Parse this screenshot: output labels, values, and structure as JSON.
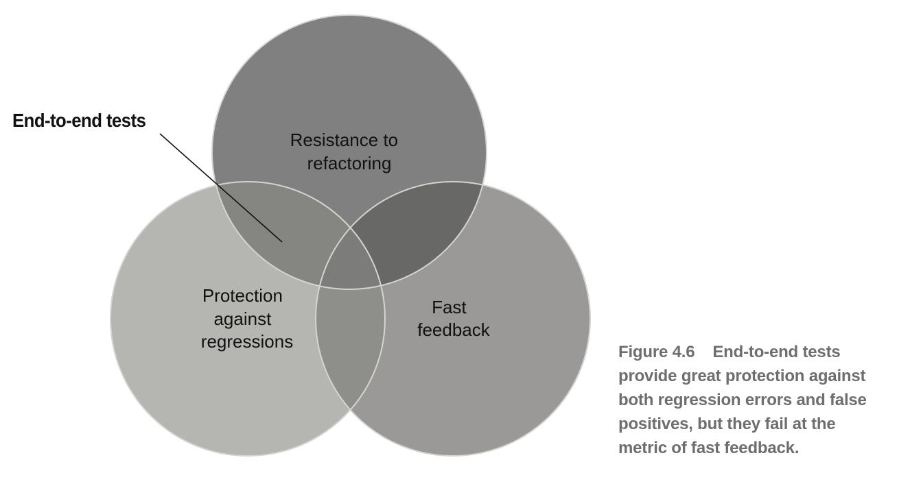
{
  "diagram": {
    "callout": {
      "label": "End-to-end tests"
    },
    "circles": {
      "top": {
        "label_lines": [
          "Resistance to",
          "refactoring"
        ],
        "color": "#808080"
      },
      "left": {
        "label_lines": [
          "Protection",
          "against",
          "regressions"
        ],
        "color": "#b5b5b2"
      },
      "right": {
        "label_lines": [
          "Fast",
          "feedback"
        ],
        "color": "#9a9997"
      }
    },
    "overlap_colors": {
      "top_left": "#858582",
      "top_right": "#686866",
      "left_right": "#8e8e8b",
      "center": "#7c7c7a"
    },
    "outline_color": "#d4d4d1"
  },
  "caption": {
    "figure_number": "Figure 4.6",
    "lines": [
      "End-to-end tests",
      "provide great protection against",
      "both regression errors and false",
      "positives, but they fail at the",
      "metric of fast feedback."
    ],
    "color": "#6e6e6e"
  }
}
